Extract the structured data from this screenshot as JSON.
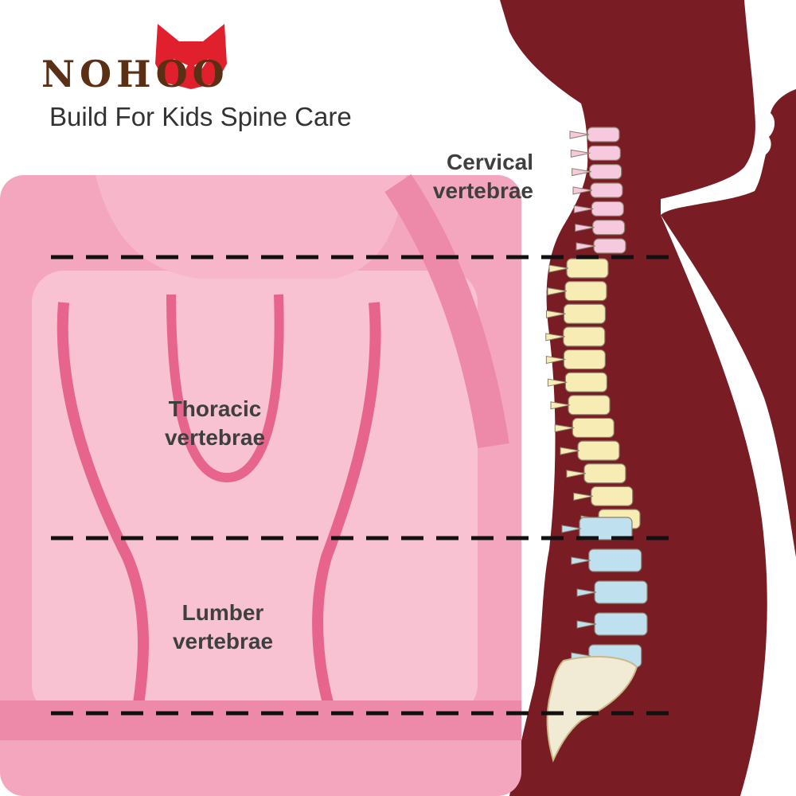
{
  "brand": {
    "name": "NOHOO",
    "tagline": "Build For Kids Spine Care",
    "logo_icon": "fox-head-icon"
  },
  "labels": {
    "cervical": {
      "line1": "Cervical",
      "line2": "vertebrae"
    },
    "thoracic": {
      "line1": "Thoracic",
      "line2": "vertebrae"
    },
    "lumber": {
      "line1": "Lumber",
      "line2": "vertebrae"
    }
  },
  "colors": {
    "silhouette": "#7a1c24",
    "backpack_pink": "#f4a6bf",
    "strap_pink": "#e7648d",
    "cervical": "#f6c9de",
    "thoracic": "#f6ecb4",
    "lumbar": "#bfe0ef",
    "sacrum": "#f1ead5",
    "brand_brown": "#5b2f14",
    "fox_red": "#e0202c"
  }
}
